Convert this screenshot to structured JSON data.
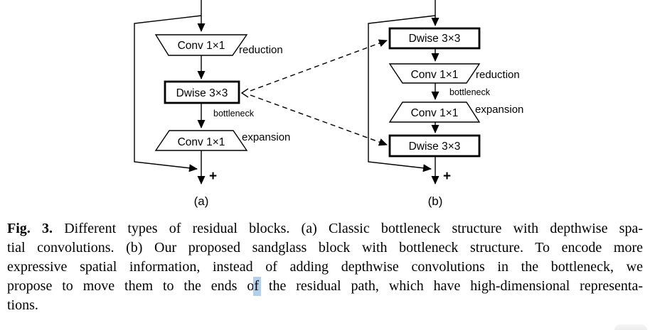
{
  "diagram": {
    "a": {
      "sub_label": "(a)",
      "conv_reduction": "Conv 1×1",
      "reduction_label": "reduction",
      "dwise": "Dwise 3×3",
      "bottleneck_label": "bottleneck",
      "conv_expansion": "Conv 1×1",
      "expansion_label": "expansion",
      "plus": "+"
    },
    "b": {
      "sub_label": "(b)",
      "dwise_top": "Dwise 3×3",
      "conv_reduction": "Conv 1×1",
      "reduction_label": "reduction",
      "bottleneck_label": "bottleneck",
      "conv_expansion": "Conv 1×1",
      "expansion_label": "expansion",
      "dwise_bottom": "Dwise 3×3",
      "plus": "+"
    },
    "colors": {
      "ink": "#000000",
      "node_fill": "#ffffff"
    }
  },
  "caption": {
    "fig_label": "Fig. 3.",
    "line1_rest": " Different types of residual blocks. (a) Classic bottleneck structure with depthwise spa-",
    "line2": "tial convolutions. (b) Our proposed sandglass block with bottleneck structure. To encode more",
    "line3": "expressive spatial information, instead of adding depthwise convolutions in the bottleneck, we",
    "line4_pre": "propose to move them to the ends o",
    "line4_highlight": "f",
    "line4_post": " the residual path, which have high-dimensional representa-",
    "line5": "tions.",
    "highlight_color": "#b3d0ea"
  }
}
